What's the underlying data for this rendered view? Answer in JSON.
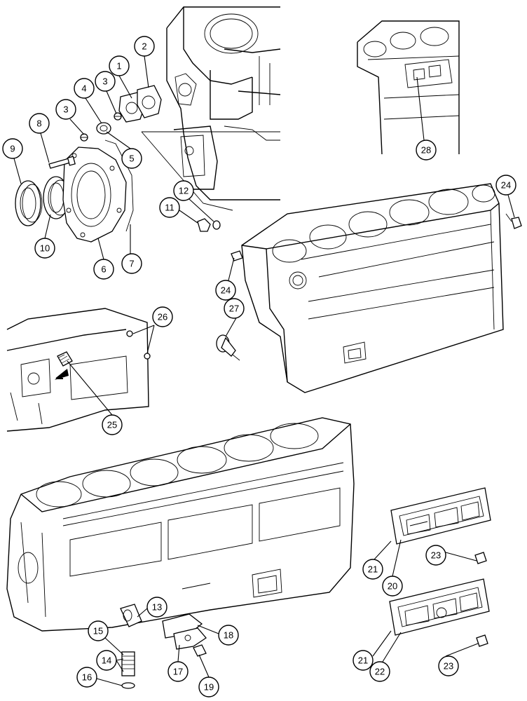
{
  "callouts": {
    "c1": "1",
    "c2": "2",
    "c3a": "3",
    "c3b": "3",
    "c4": "4",
    "c5": "5",
    "c6": "6",
    "c7": "7",
    "c8": "8",
    "c9": "9",
    "c10": "10",
    "c11": "11",
    "c12": "12",
    "c13": "13",
    "c14": "14",
    "c15": "15",
    "c16": "16",
    "c17": "17",
    "c18": "18",
    "c19": "19",
    "c20": "20",
    "c21a": "21",
    "c21b": "21",
    "c22": "22",
    "c23a": "23",
    "c23b": "23",
    "c24a": "24",
    "c24b": "24",
    "c25": "25",
    "c26": "26",
    "c27": "27",
    "c28": "28"
  }
}
